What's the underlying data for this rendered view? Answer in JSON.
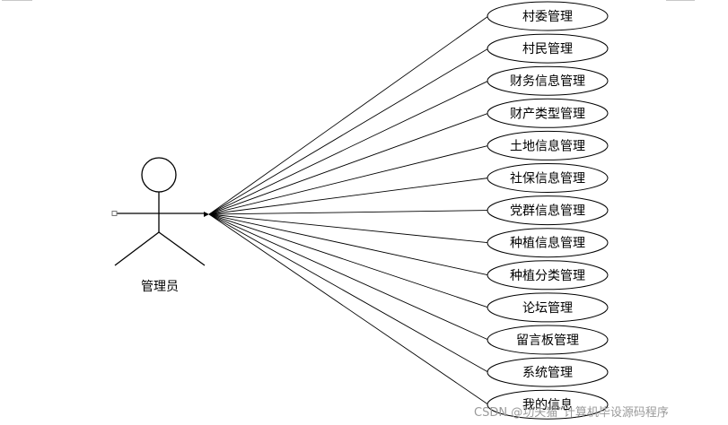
{
  "actor": {
    "label": "管理员"
  },
  "use_cases": [
    {
      "label": "村委管理"
    },
    {
      "label": "村民管理"
    },
    {
      "label": "财务信息管理"
    },
    {
      "label": "财产类型管理"
    },
    {
      "label": "土地信息管理"
    },
    {
      "label": "社保信息管理"
    },
    {
      "label": "党群信息管理"
    },
    {
      "label": "种植信息管理"
    },
    {
      "label": "种植分类管理"
    },
    {
      "label": "论坛管理"
    },
    {
      "label": "留言板管理"
    },
    {
      "label": "系统管理"
    },
    {
      "label": "我的信息"
    }
  ],
  "watermark": "CSDN @功夫猫”计算机毕设源码程序"
}
